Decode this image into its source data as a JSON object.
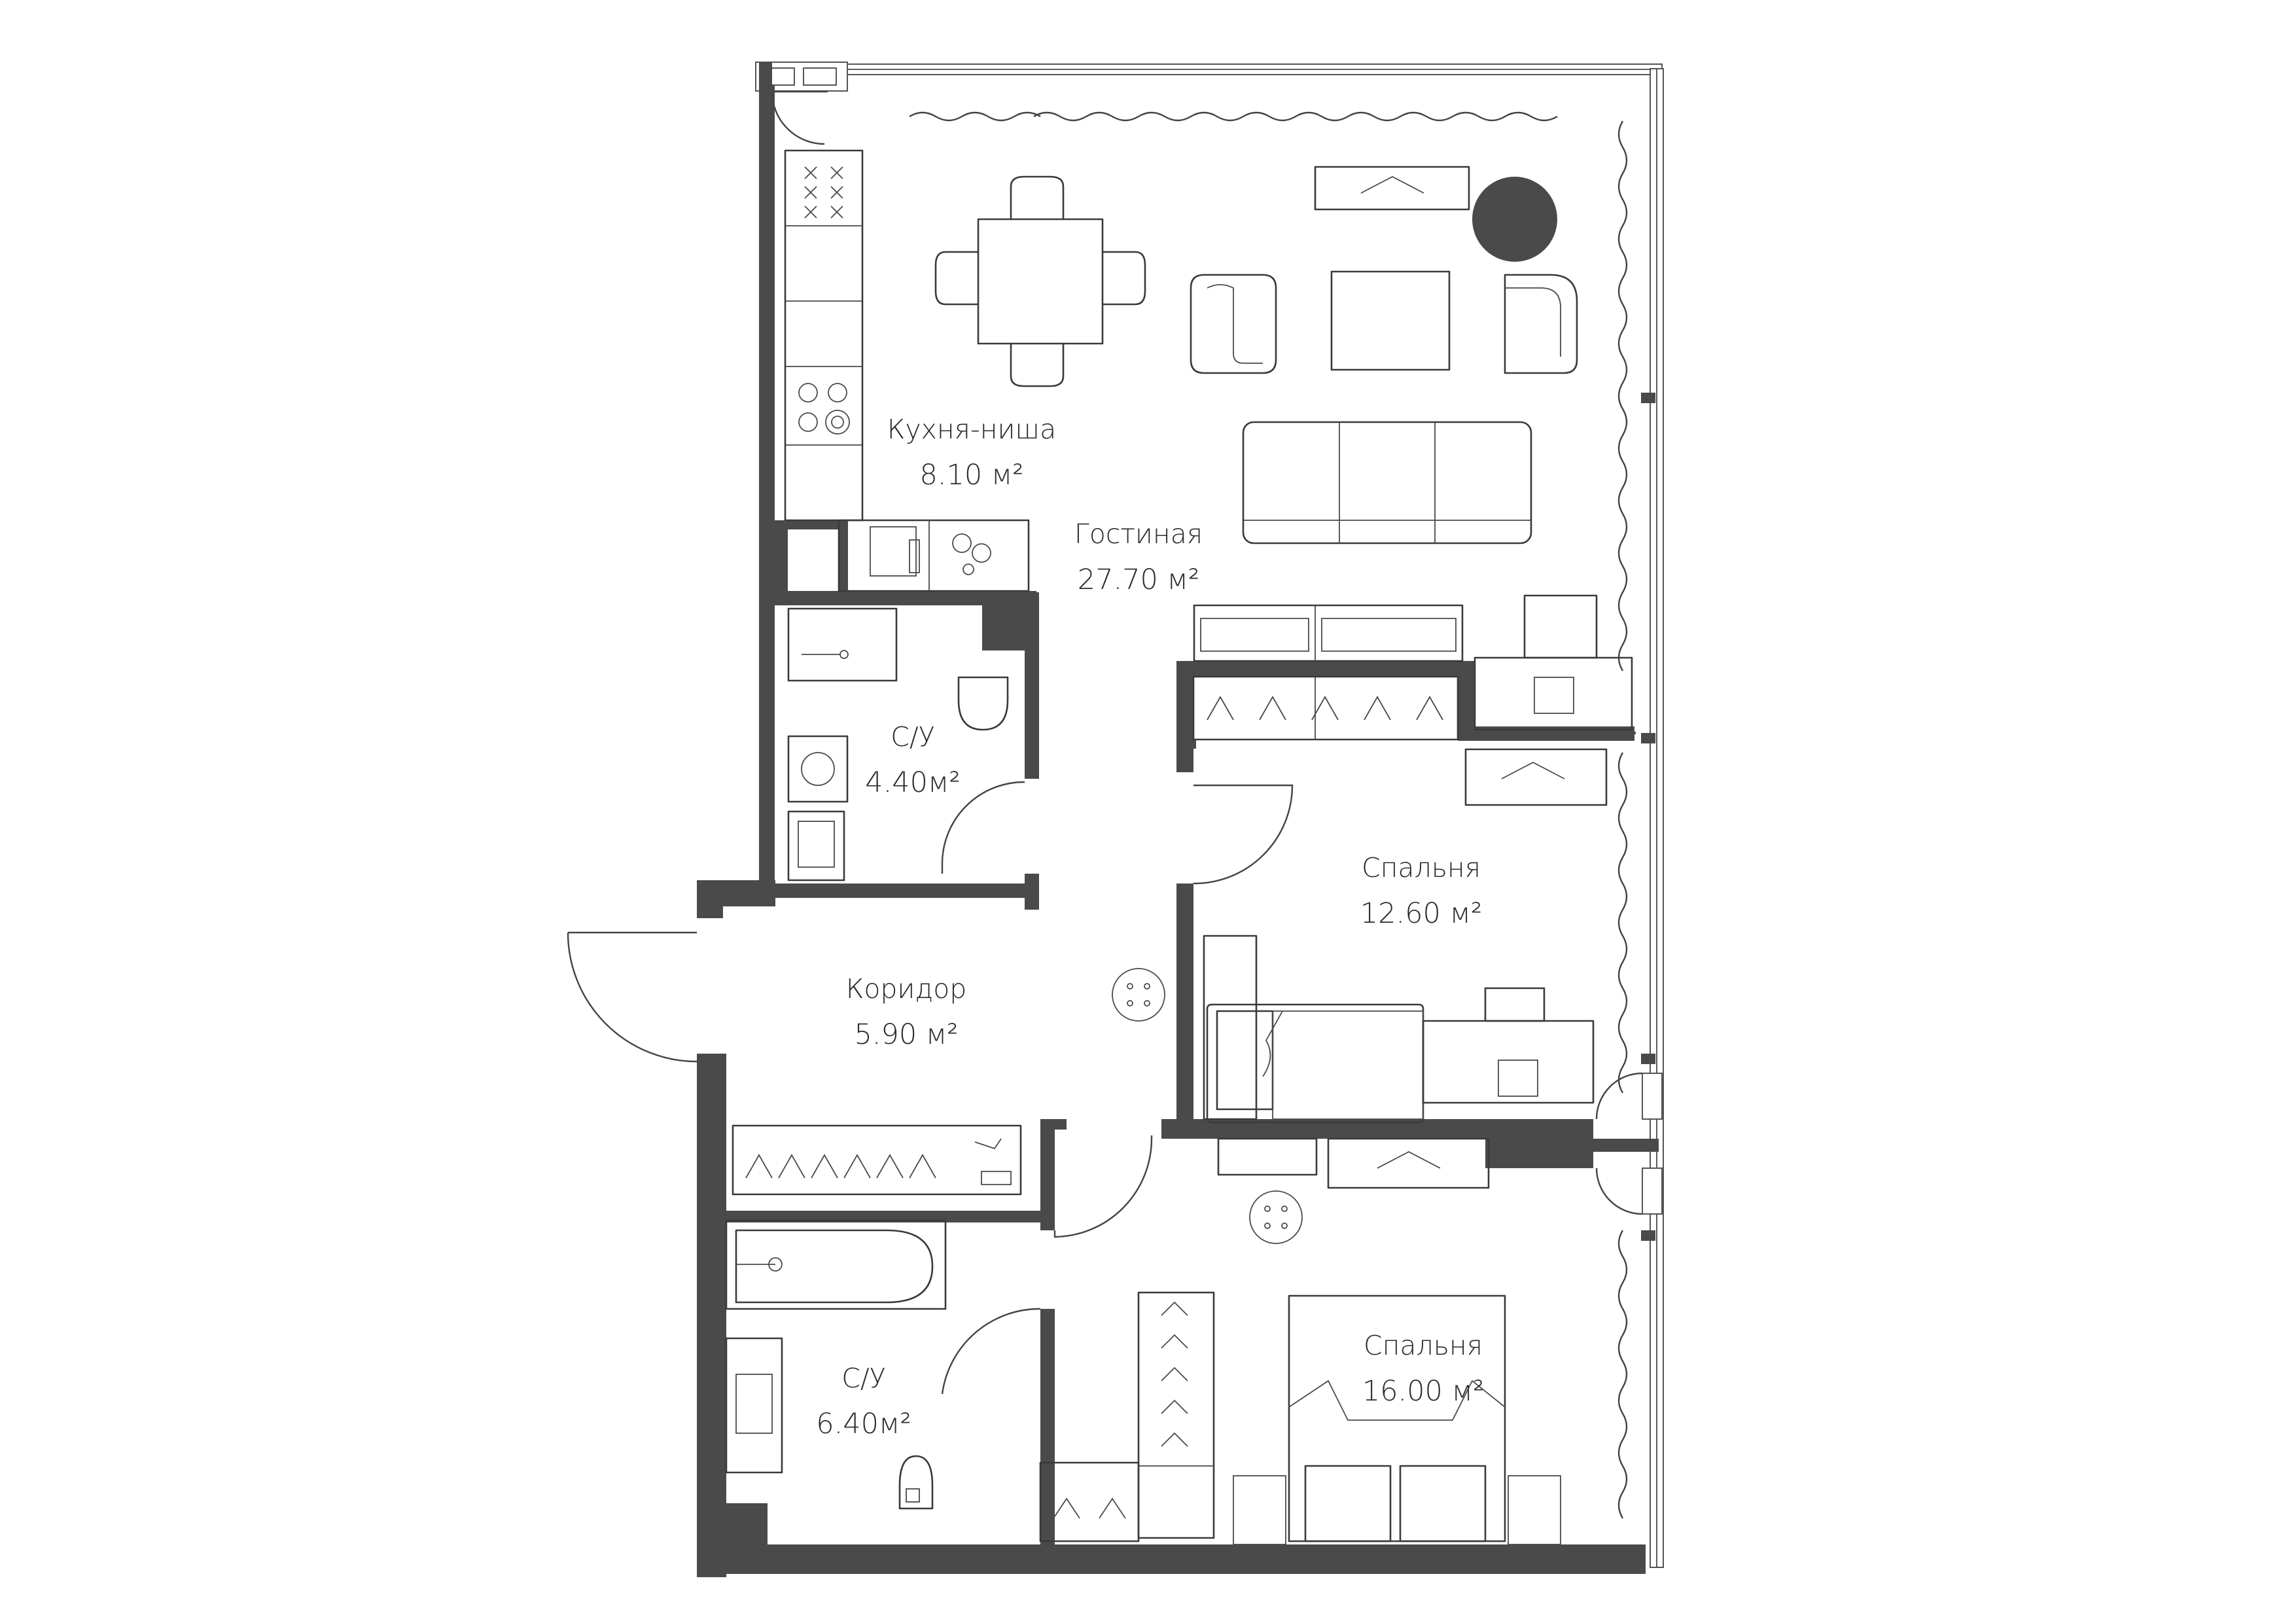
{
  "rooms": [
    {
      "id": "kitchen",
      "name": "Кухня-ниша",
      "area": "8.10 м²"
    },
    {
      "id": "living",
      "name": "Гостиная",
      "area": "27.70 м²"
    },
    {
      "id": "bath1",
      "name": "С/У",
      "area": "4.40м²"
    },
    {
      "id": "bedroom1",
      "name": "Спальня",
      "area": "12.60 м²"
    },
    {
      "id": "corridor",
      "name": "Коридор",
      "area": "5.90 м²"
    },
    {
      "id": "bath2",
      "name": "С/У",
      "area": "6.40м²"
    },
    {
      "id": "bedroom2",
      "name": "Спальня",
      "area": "16.00 м²"
    }
  ],
  "colors": {
    "wall": "#4a4a4a",
    "line": "#3a3a3a",
    "background": "#ffffff",
    "accent_round_table": "#4a4a4a"
  }
}
